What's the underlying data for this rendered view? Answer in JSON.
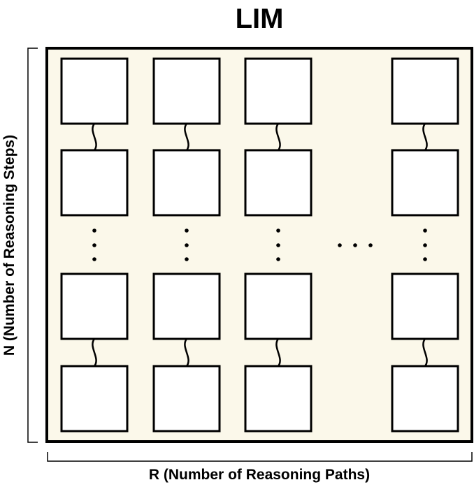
{
  "title": "LIM",
  "y_axis_label": "N (Number of Reasoning Steps)",
  "x_axis_label": "R (Number of Reasoning Paths)",
  "colors": {
    "panel_fill": "#fbf8ea",
    "box_fill": "#ffffff",
    "stroke": "#000000"
  },
  "grid": {
    "columns_drawn": 4,
    "rows_drawn": 4,
    "row_ellipsis": "vertical-dots",
    "column_ellipsis": "horizontal-dots"
  }
}
